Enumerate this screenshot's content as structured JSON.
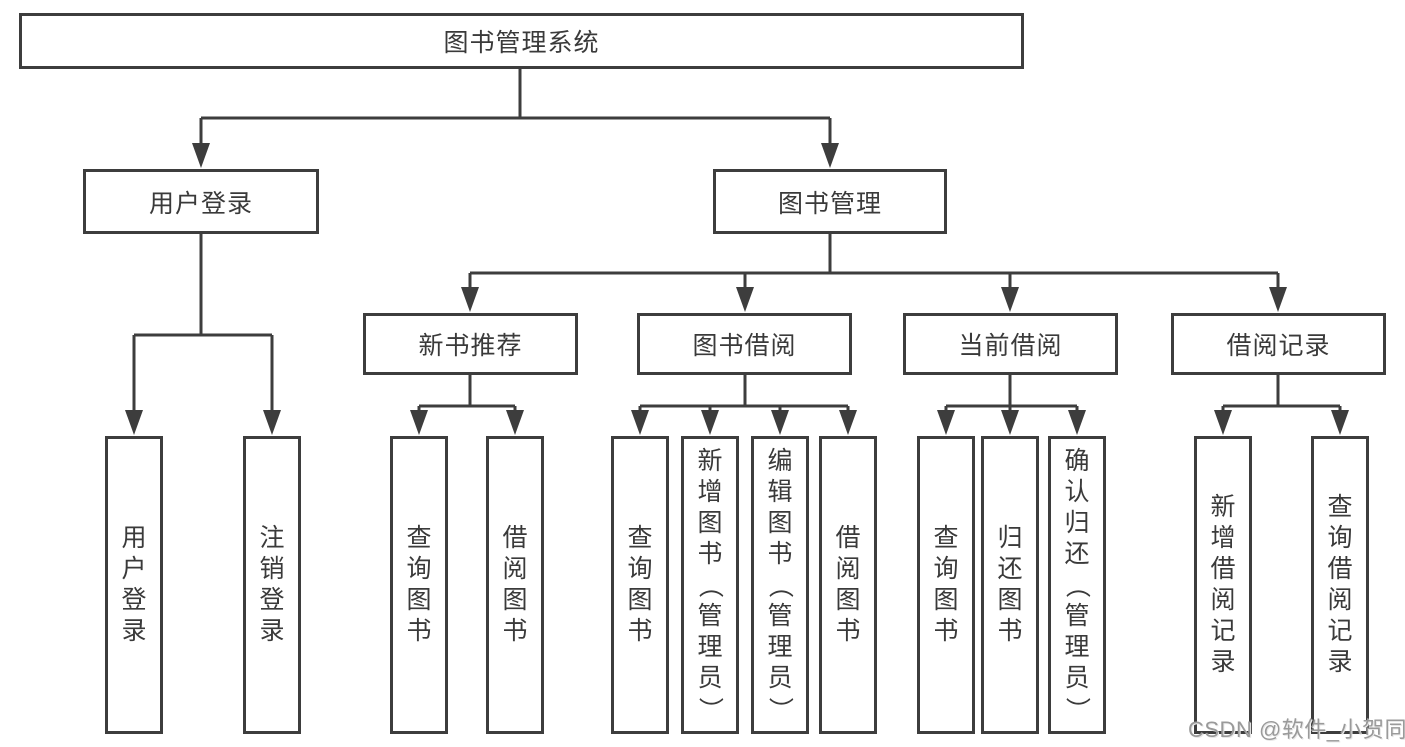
{
  "tree": {
    "root": {
      "label": "图书管理系统"
    },
    "level2": [
      {
        "label": "用户登录"
      },
      {
        "label": "图书管理"
      }
    ],
    "level3": [
      {
        "label": "新书推荐"
      },
      {
        "label": "图书借阅"
      },
      {
        "label": "当前借阅"
      },
      {
        "label": "借阅记录"
      }
    ],
    "leafGroups": [
      {
        "parent": "用户登录",
        "items": [
          "用户登录",
          "注销登录"
        ]
      },
      {
        "parent": "新书推荐",
        "items": [
          "查询图书",
          "借阅图书"
        ]
      },
      {
        "parent": "图书借阅",
        "items": [
          "查询图书",
          "新增图书（管理员）",
          "编辑图书（管理员）",
          "借阅图书"
        ]
      },
      {
        "parent": "当前借阅",
        "items": [
          "查询图书",
          "归还图书",
          "确认归还（管理员）"
        ]
      },
      {
        "parent": "借阅记录",
        "items": [
          "新增借阅记录",
          "查询借阅记录"
        ]
      }
    ]
  },
  "watermark": {
    "text": "CSDN @软件_小贺同学"
  },
  "colors": {
    "line": "#3d3d3d",
    "text": "#3a3a3a",
    "background": "#ffffff",
    "watermark": "#9a9a9a"
  }
}
